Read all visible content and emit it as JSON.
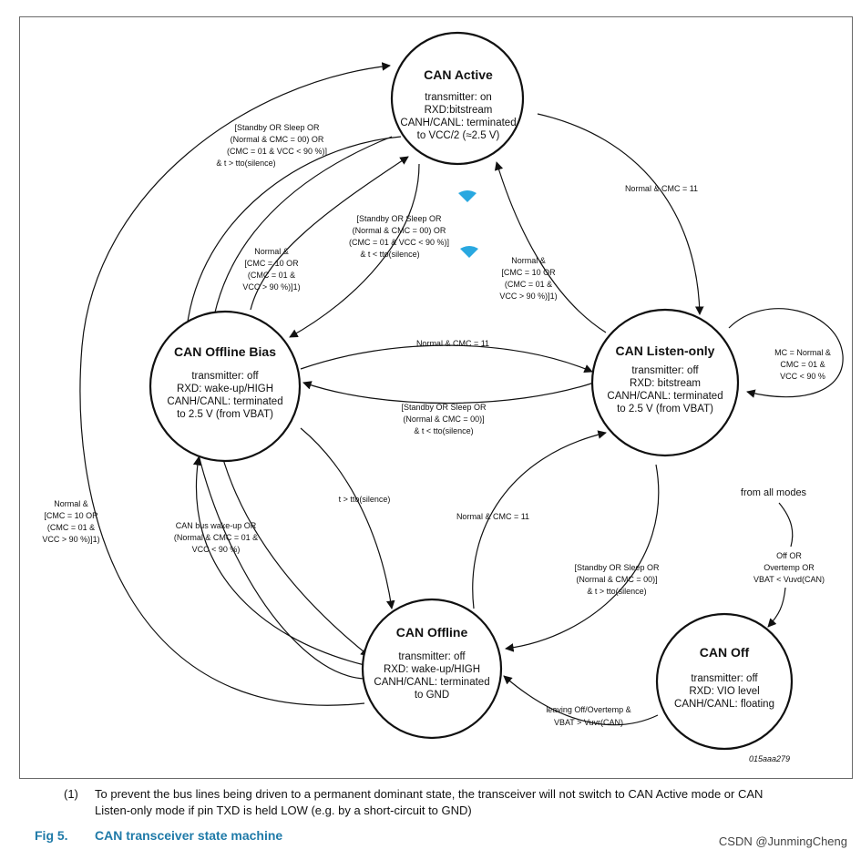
{
  "states": {
    "active": {
      "title": "CAN Active",
      "lines": [
        "transmitter: on",
        "RXD:bitstream",
        "CANH/CANL: terminated",
        "to VCC/2 (≈2.5 V)"
      ]
    },
    "offline_bias": {
      "title": "CAN Offline Bias",
      "lines": [
        "transmitter: off",
        "RXD: wake-up/HIGH",
        "CANH/CANL: terminated",
        "to 2.5 V (from VBAT)"
      ]
    },
    "listen_only": {
      "title": "CAN Listen-only",
      "lines": [
        "transmitter: off",
        "RXD: bitstream",
        "CANH/CANL: terminated",
        "to 2.5 V (from VBAT)"
      ]
    },
    "offline": {
      "title": "CAN Offline",
      "lines": [
        "transmitter: off",
        "RXD: wake-up/HIGH",
        "CANH/CANL: terminated",
        "to GND"
      ]
    },
    "off": {
      "title": "CAN Off",
      "lines": [
        "transmitter: off",
        "RXD: VIO level",
        "CANH/CANL: floating"
      ]
    }
  },
  "labels": {
    "active_exit_outer": [
      "[Standby OR Sleep OR",
      "(Normal & CMC = 00) OR",
      "(CMC = 01 & VCC < 90 %)]",
      "& t > tto(silence)"
    ],
    "active_to_bias": [
      "[Standby OR Sleep OR",
      "(Normal & CMC = 00) OR",
      "(CMC = 01 & VCC < 90 %)]",
      "& t < tto(silence)"
    ],
    "bias_to_active": [
      "Normal &",
      "[CMC = 10 OR",
      "(CMC = 01 &",
      "VCC > 90 %)]1)"
    ],
    "active_to_listen": [
      "Normal & CMC = 11"
    ],
    "listen_to_active": [
      "Normal &",
      "[CMC = 10 OR",
      "(CMC = 01 &",
      "VCC > 90 %)]1)"
    ],
    "listen_self": [
      "MC = Normal &",
      "CMC = 01 &",
      "VCC < 90 %"
    ],
    "bias_to_listen": [
      "Normal & CMC = 11"
    ],
    "listen_to_bias": [
      "[Standby OR Sleep OR",
      "(Normal & CMC = 00)]",
      "& t < tto(silence)"
    ],
    "bias_to_offline": [
      "t > tto(silence)"
    ],
    "offline_to_bias": [
      "CAN bus wake-up OR",
      "(Normal & CMC = 01 &",
      "VCC < 90 %)"
    ],
    "offline_to_listen": [
      "Normal & CMC = 11"
    ],
    "listen_to_offline": [
      "[Standby OR Sleep OR",
      "(Normal & CMC = 00)]",
      "& t > tto(silence)"
    ],
    "offline_to_active": [
      "Normal &",
      "[CMC = 10 OR",
      "(CMC = 01 &",
      "VCC > 90 %)]1)"
    ],
    "from_all_modes": [
      "from all modes"
    ],
    "to_off": [
      "Off OR",
      "Overtemp OR",
      "VBAT < Vuvd(CAN)"
    ],
    "off_to_offline": [
      "leaving Off/Overtemp &",
      "VBAT > Vuvr(CAN)"
    ]
  },
  "figure_code": "015aaa279",
  "footnote": {
    "number": "(1)",
    "lines": [
      "To prevent the bus lines being driven to a permanent dominant state, the transceiver will not switch to CAN Active mode or CAN",
      "Listen-only mode if pin TXD is held LOW (e.g. by a short-circuit to GND)"
    ]
  },
  "caption": {
    "fig_number": "Fig 5.",
    "title": "CAN transceiver state machine"
  },
  "watermark": "CSDN @JunmingCheng",
  "colors": {
    "caption": "#1f7aa8",
    "accent_icon": "#29a8e0"
  }
}
